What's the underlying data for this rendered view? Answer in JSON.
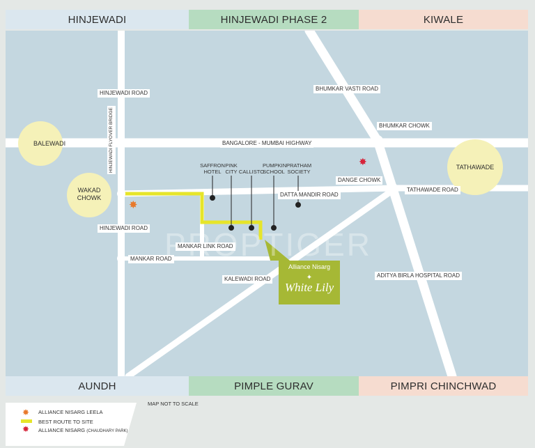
{
  "regions": {
    "top": [
      "HINJEWADI",
      "HINJEWADI PHASE 2",
      "KIWALE"
    ],
    "bottom": [
      "AUNDH",
      "PIMPLE GURAV",
      "PIMPRI CHINCHWAD"
    ]
  },
  "places": {
    "balewadi": "BALEWADI",
    "wakad_chowk": "WAKAD\nCHOWK",
    "tathawade": "TATHAWADE"
  },
  "roads": {
    "hinjewadi_road_top": "HINJEWADI ROAD",
    "hinjewadi_flyover": "HINJEWADI FLYOVER BRIDGE",
    "bangalore_mumbai": "BANGALORE - MUMBAI HIGHWAY",
    "bhumkar_vasti": "BHUMKAR VASTI ROAD",
    "bhumkar_chowk": "BHUMKAR CHOWK",
    "dange_chowk": "DANGE CHOWK",
    "tathawade_road": "TATHAWADE ROAD",
    "datta_mandir": "DATTA MANDIR ROAD",
    "hinjewadi_road_mid": "HINJEWADI ROAD",
    "mankar_link": "MANKAR LINK ROAD",
    "mankar_road": "MANKAR ROAD",
    "kalewadi": "KALEWADI ROAD",
    "aditya_birla": "ADITYA BIRLA HOSPITAL ROAD"
  },
  "pois": [
    {
      "label": "SAFFRON\nHOTEL"
    },
    {
      "label": "PINK\nCITY"
    },
    {
      "label": "CALLISTO"
    },
    {
      "label": "PUMPKIN\nSCHOOL"
    },
    {
      "label": "PRATHAM\nSOCIETY"
    }
  ],
  "site": {
    "subtitle": "Alliance Nisarg",
    "name": "White Lily"
  },
  "watermark": "PROPTIGER",
  "legend": {
    "note": "MAP NOT TO SCALE",
    "items": [
      {
        "label": "ALLIANCE NISARG LEELA",
        "color": "#e8792b",
        "symbol": "star"
      },
      {
        "label": "BEST ROUTE TO SITE",
        "color": "#e6e52a",
        "symbol": "line"
      },
      {
        "label": "ALLIANCE NISARG",
        "suffix": "(CHAUDHARY PARK)",
        "color": "#d6243a",
        "symbol": "star"
      }
    ]
  },
  "colors": {
    "map_bg": "#c4d7e0",
    "road": "#ffffff",
    "route": "#e6e52a",
    "site": "#a6b835",
    "top_left": "#dbe7ef",
    "top_mid": "#b6dcc0",
    "top_right": "#f6dcd0"
  }
}
